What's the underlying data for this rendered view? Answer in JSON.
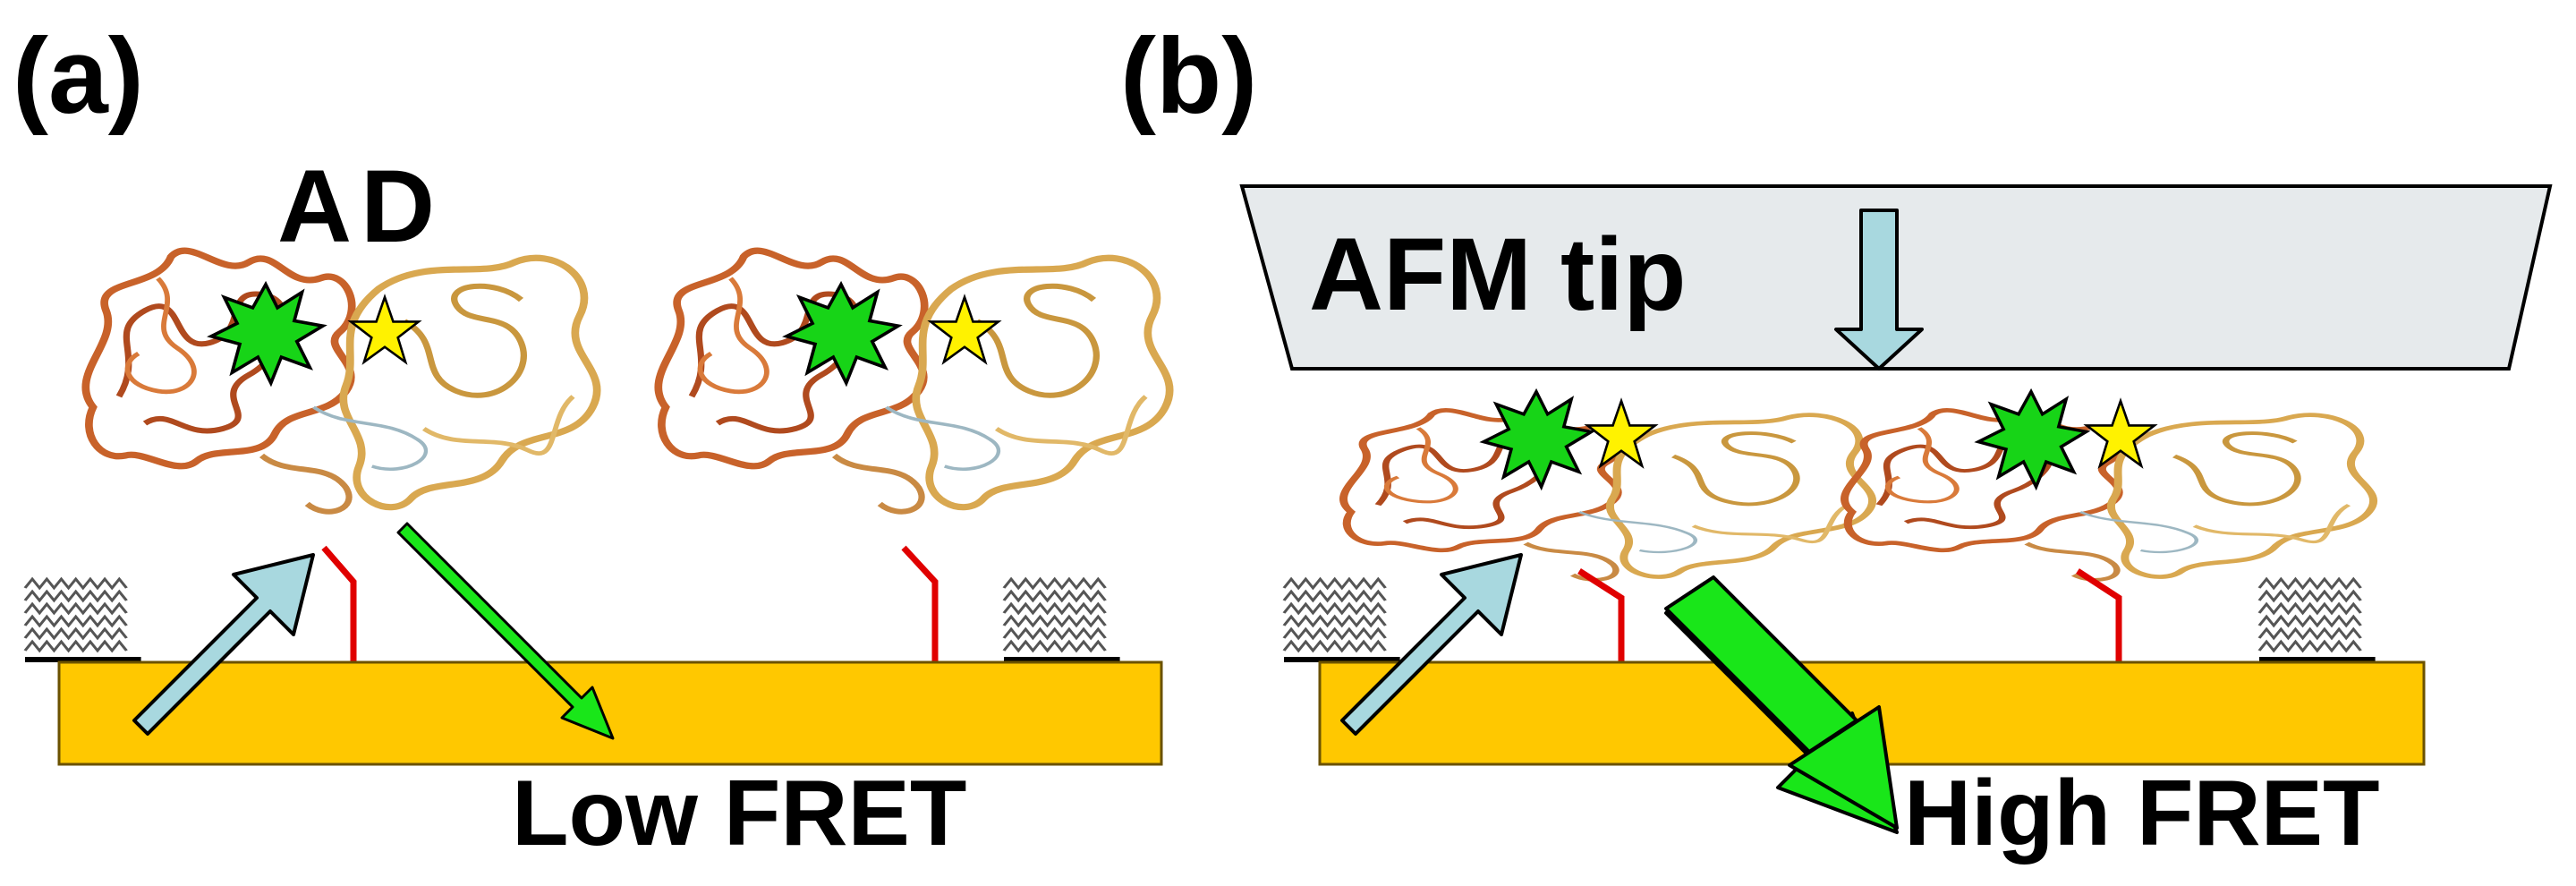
{
  "panels": [
    {
      "id": "a",
      "label": "(a)",
      "protein_label": "AD",
      "caption": "Low FRET"
    },
    {
      "id": "b",
      "label": "(b)",
      "tip_label": "AFM tip",
      "caption": "High FRET"
    }
  ],
  "colors": {
    "substrate": "#FFC800",
    "substrate_edge": "#6b5200",
    "excitation_arrow": "#A8D8DF",
    "emission_arrow": "#19E619",
    "linker": "#E00000",
    "donor_star": "#17D417",
    "acceptor_star": "#FFF200",
    "protein_warm": "#C8622A",
    "protein_light": "#D9A850",
    "tip_fill": "#E6EAEC"
  },
  "icons": [
    "donor-fluorophore-icon",
    "acceptor-fluorophore-icon",
    "excitation-arrow-icon",
    "emission-arrow-icon",
    "monolayer-icon"
  ]
}
